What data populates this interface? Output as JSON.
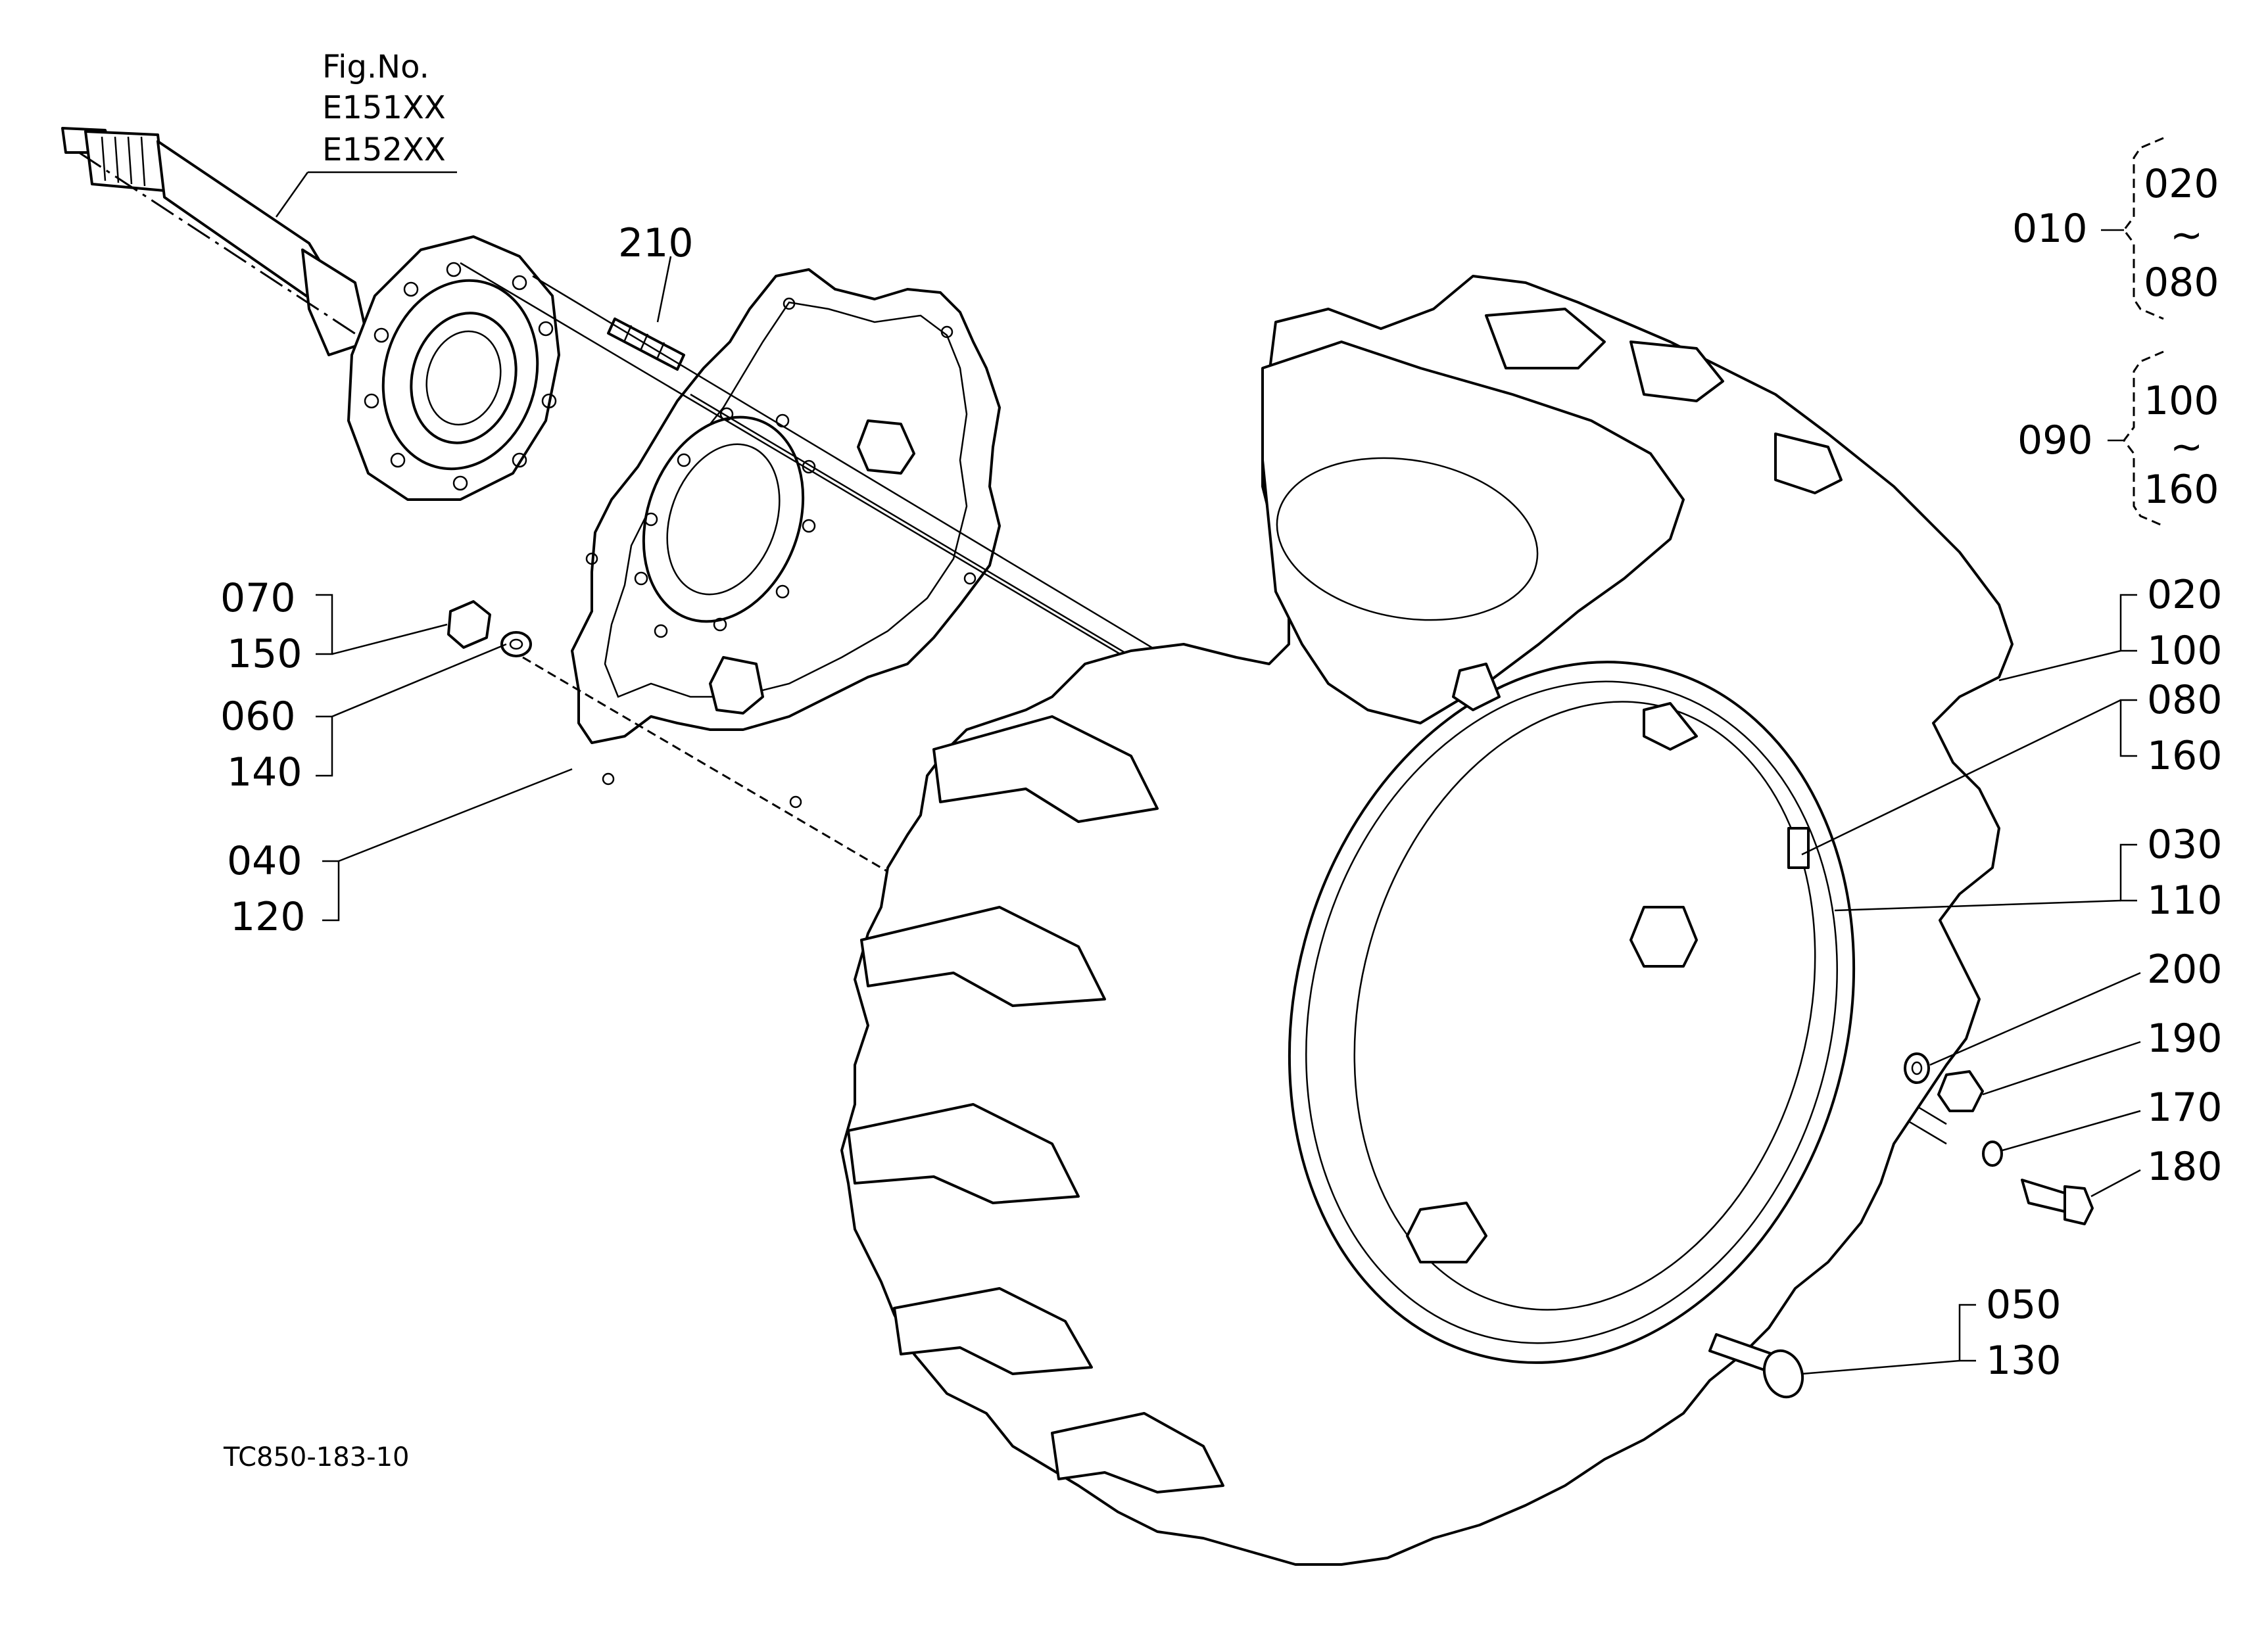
{
  "figure": {
    "fig_no_label": "Fig.No.",
    "fig_numbers": [
      "E151XX",
      "E152XX"
    ],
    "drawing_code": "TC850-183-10"
  },
  "groups": [
    {
      "id": "010",
      "top": "020",
      "mid": "~",
      "bottom": "080"
    },
    {
      "id": "090",
      "top": "100",
      "mid": "~",
      "bottom": "160"
    }
  ],
  "callouts": {
    "c210": "210",
    "c070": "070",
    "c150": "150",
    "c060": "060",
    "c140": "140",
    "c040": "040",
    "c120": "120",
    "c020": "020",
    "c100": "100",
    "c080": "080",
    "c160": "160",
    "c030": "030",
    "c110": "110",
    "c200": "200",
    "c190": "190",
    "c170": "170",
    "c180": "180",
    "c050": "050",
    "c130": "130"
  }
}
